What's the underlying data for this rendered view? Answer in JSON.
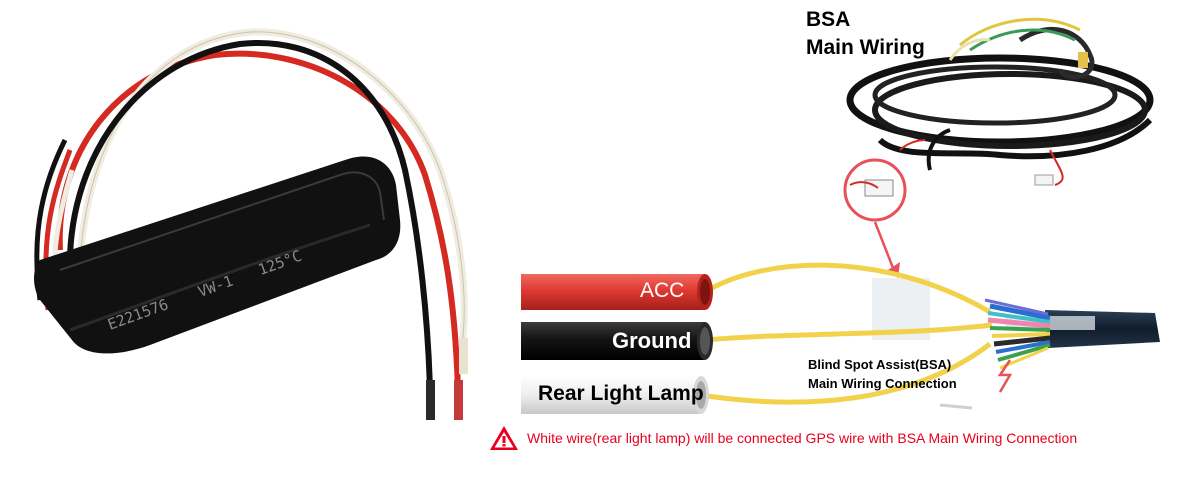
{
  "product": {
    "imprint_code": "E221576",
    "imprint_rating": "VW-1",
    "imprint_temp": "125°C"
  },
  "harness": {
    "title_line1": "BSA",
    "title_line2": "Main Wiring"
  },
  "wires": [
    {
      "label": "ACC",
      "color": "#e03a32"
    },
    {
      "label": "Ground",
      "color": "#1a1a1a"
    },
    {
      "label": "Rear Light Lamp",
      "color": "#f2f2f2"
    }
  ],
  "connection": {
    "label_line1": "Blind Spot Assist(BSA)",
    "label_line2": "Main Wiring Connection"
  },
  "warning": {
    "icon": "warning-triangle-icon",
    "text": "White wire(rear light lamp) will be connected GPS wire with BSA Main Wiring Connection",
    "color": "#e8001c"
  },
  "colors": {
    "highlight_circle": "#e8505a",
    "link_wire": "#f2d24a"
  }
}
